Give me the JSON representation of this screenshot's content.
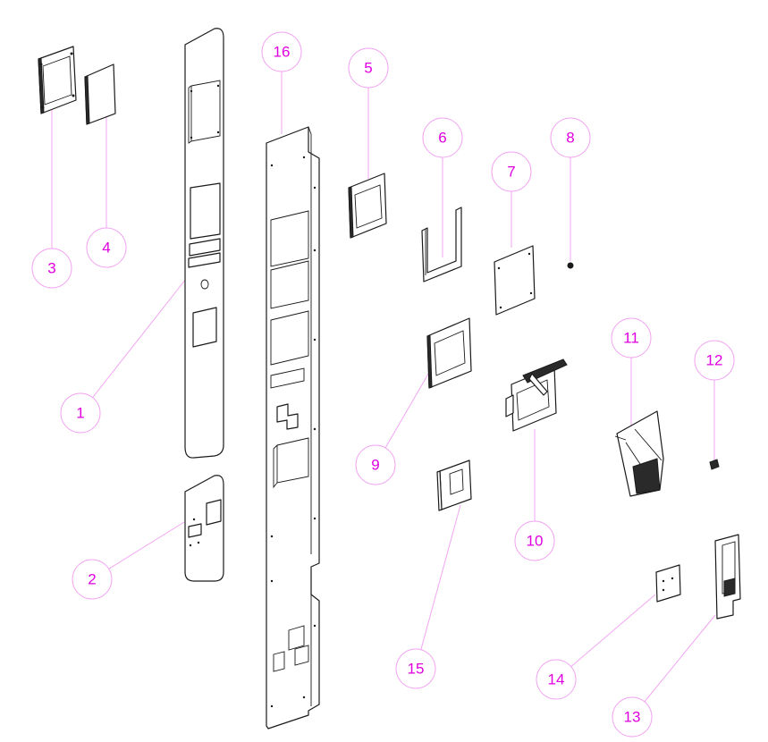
{
  "diagram": {
    "callout_color": "#e000e0",
    "leader_color": "#f2a6f2",
    "line_color": "#1a1a1a",
    "callouts": [
      {
        "label": "1"
      },
      {
        "label": "2"
      },
      {
        "label": "3"
      },
      {
        "label": "4"
      },
      {
        "label": "5"
      },
      {
        "label": "6"
      },
      {
        "label": "7"
      },
      {
        "label": "8"
      },
      {
        "label": "9"
      },
      {
        "label": "10"
      },
      {
        "label": "11"
      },
      {
        "label": "12"
      },
      {
        "label": "13"
      },
      {
        "label": "14"
      },
      {
        "label": "15"
      },
      {
        "label": "16"
      }
    ]
  }
}
